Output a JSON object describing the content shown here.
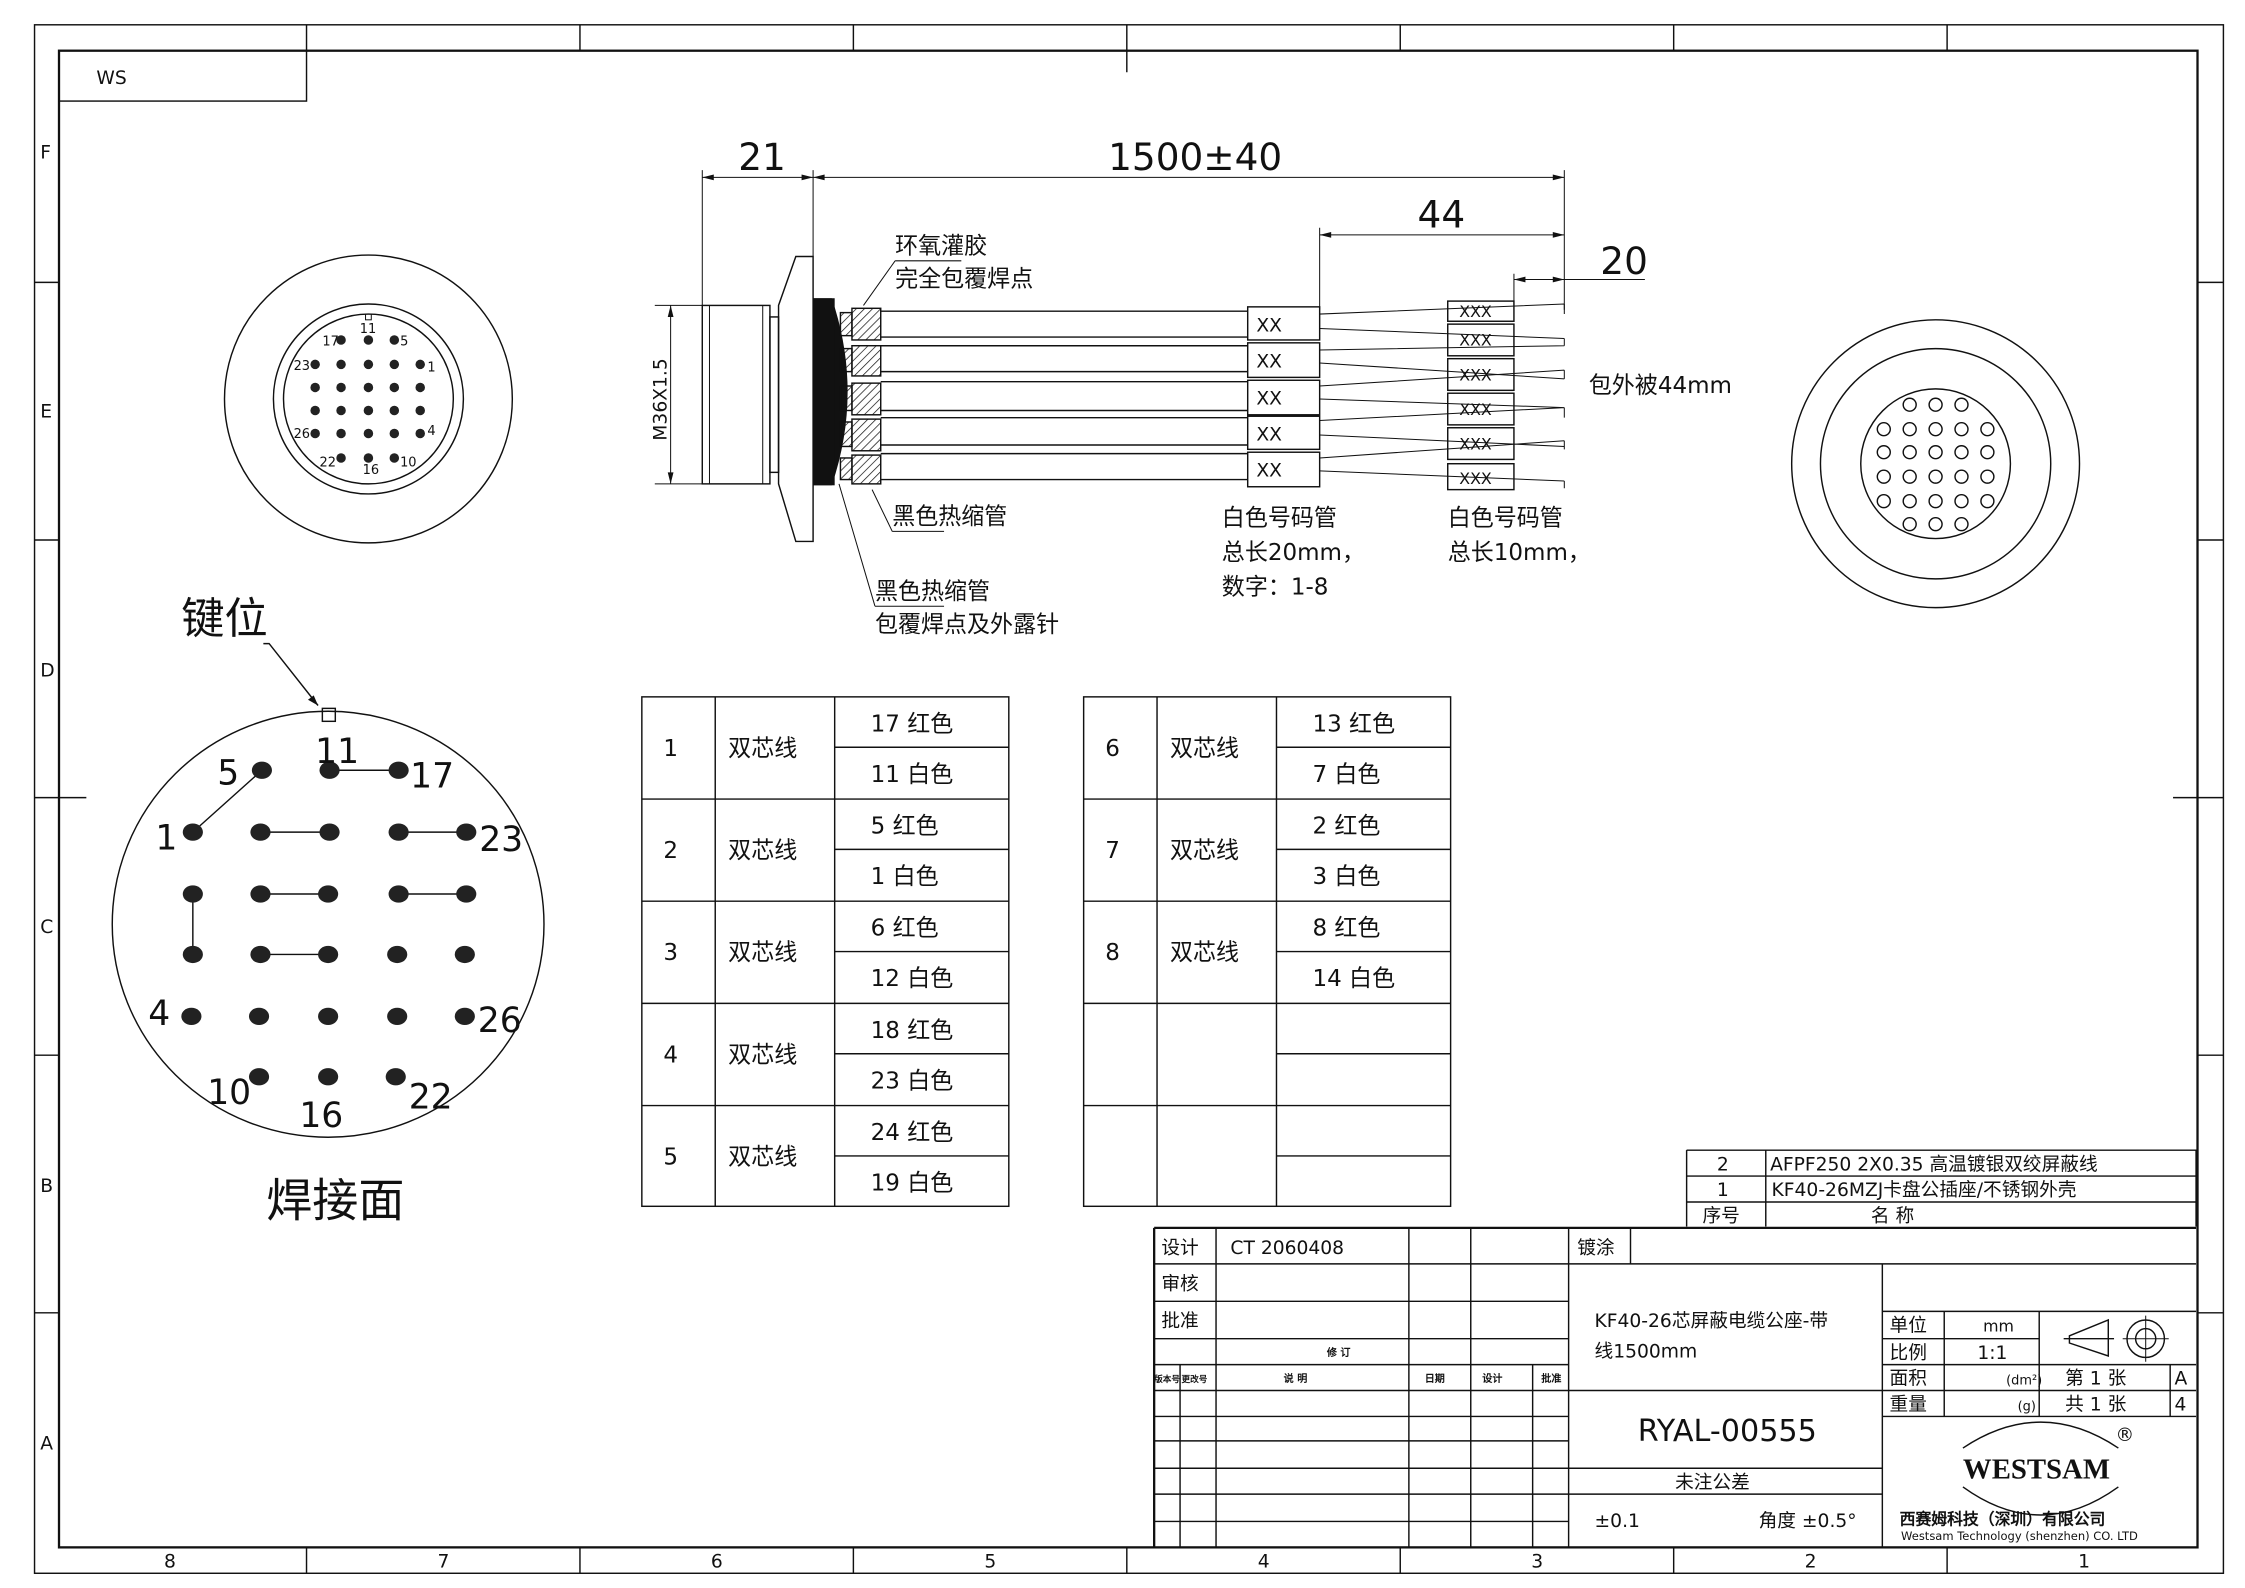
{
  "frame": {
    "corner_tag": "WS",
    "col_labels": [
      "8",
      "7",
      "6",
      "5",
      "4",
      "3",
      "2",
      "1"
    ],
    "row_labels": [
      "F",
      "E",
      "D",
      "C",
      "B",
      "A"
    ]
  },
  "dimensions": {
    "flange": "21",
    "length": "1500±40",
    "strip": "44",
    "tip": "20",
    "thread": "M36X1.5"
  },
  "callouts": {
    "epoxy_1": "环氧灌胶",
    "epoxy_2": "完全包覆焊点",
    "heatshrink": "黑色热缩管",
    "heatshrink2_1": "黑色热缩管",
    "heatshrink2_2": "包覆焊点及外露针",
    "marker20_1": "白色号码管",
    "marker20_2": "总长20mm，",
    "marker20_3": "数字：1-8",
    "marker10_1": "白色号码管",
    "marker10_2": "总长10mm，",
    "jacket": "包外被44mm",
    "marker_big": "XX",
    "marker_small": "XXX"
  },
  "small_face": {
    "pin_labels": [
      "17",
      "11",
      "5",
      "23",
      "1",
      "26",
      "4",
      "22",
      "16",
      "10"
    ]
  },
  "solder_face": {
    "key_label": "键位",
    "title": "焊接面",
    "pin_labels": [
      "5",
      "11",
      "17",
      "1",
      "23",
      "4",
      "26",
      "10",
      "16",
      "22"
    ]
  },
  "wiring_table_left": [
    {
      "no": "1",
      "type": "双芯线",
      "red": "17  红色",
      "white": "11  白色"
    },
    {
      "no": "2",
      "type": "双芯线",
      "red": "5  红色",
      "white": "1  白色"
    },
    {
      "no": "3",
      "type": "双芯线",
      "red": "6  红色",
      "white": "12  白色"
    },
    {
      "no": "4",
      "type": "双芯线",
      "red": "18  红色",
      "white": "23  白色"
    },
    {
      "no": "5",
      "type": "双芯线",
      "red": "24  红色",
      "white": "19  白色"
    }
  ],
  "wiring_table_right": [
    {
      "no": "6",
      "type": "双芯线",
      "red": "13  红色",
      "white": "7  白色"
    },
    {
      "no": "7",
      "type": "双芯线",
      "red": "2  红色",
      "white": "3  白色"
    },
    {
      "no": "8",
      "type": "双芯线",
      "red": "8  红色",
      "white": "14  白色"
    }
  ],
  "parts_list": {
    "items": [
      {
        "no": "2",
        "name": "AFPF250  2X0.35  高温镀银双绞屏蔽线"
      },
      {
        "no": "1",
        "name": "KF40-26MZJ卡盘公插座/不锈钢外壳"
      }
    ],
    "header_no": "序号",
    "header_name": "名      称"
  },
  "title_block": {
    "design_label": "设计",
    "design_value": "CT   2060408",
    "review_label": "审核",
    "approve_label": "批准",
    "revision_label": "修      订",
    "rev_cols": [
      "版本号",
      "更改号",
      "说      明",
      "日期",
      "设计",
      "批准"
    ],
    "plating_label": "镀涂",
    "title_line1": "KF40-26芯屏蔽电缆公座-带",
    "title_line2": "线1500mm",
    "drawing_no": "RYAL-00555",
    "tolerance_label": "未注公差",
    "tolerance_linear": "±0.1",
    "tolerance_angle": "角度  ±0.5°",
    "unit_label": "单位",
    "unit_value": "mm",
    "scale_label": "比例",
    "scale_value": "1:1",
    "area_label": "面积",
    "area_unit": "(dm²)",
    "weight_label": "重量",
    "weight_unit": "(g)",
    "sheet": "第  1  张",
    "sheets_total": "共  1  张",
    "size_a": "A",
    "size_4": "4",
    "logo": "WESTSAM",
    "registered": "®",
    "company_cn": "西赛姆科技（深圳）有限公司",
    "company_en": "Westsam Technology (shenzhen) CO. LTD"
  }
}
